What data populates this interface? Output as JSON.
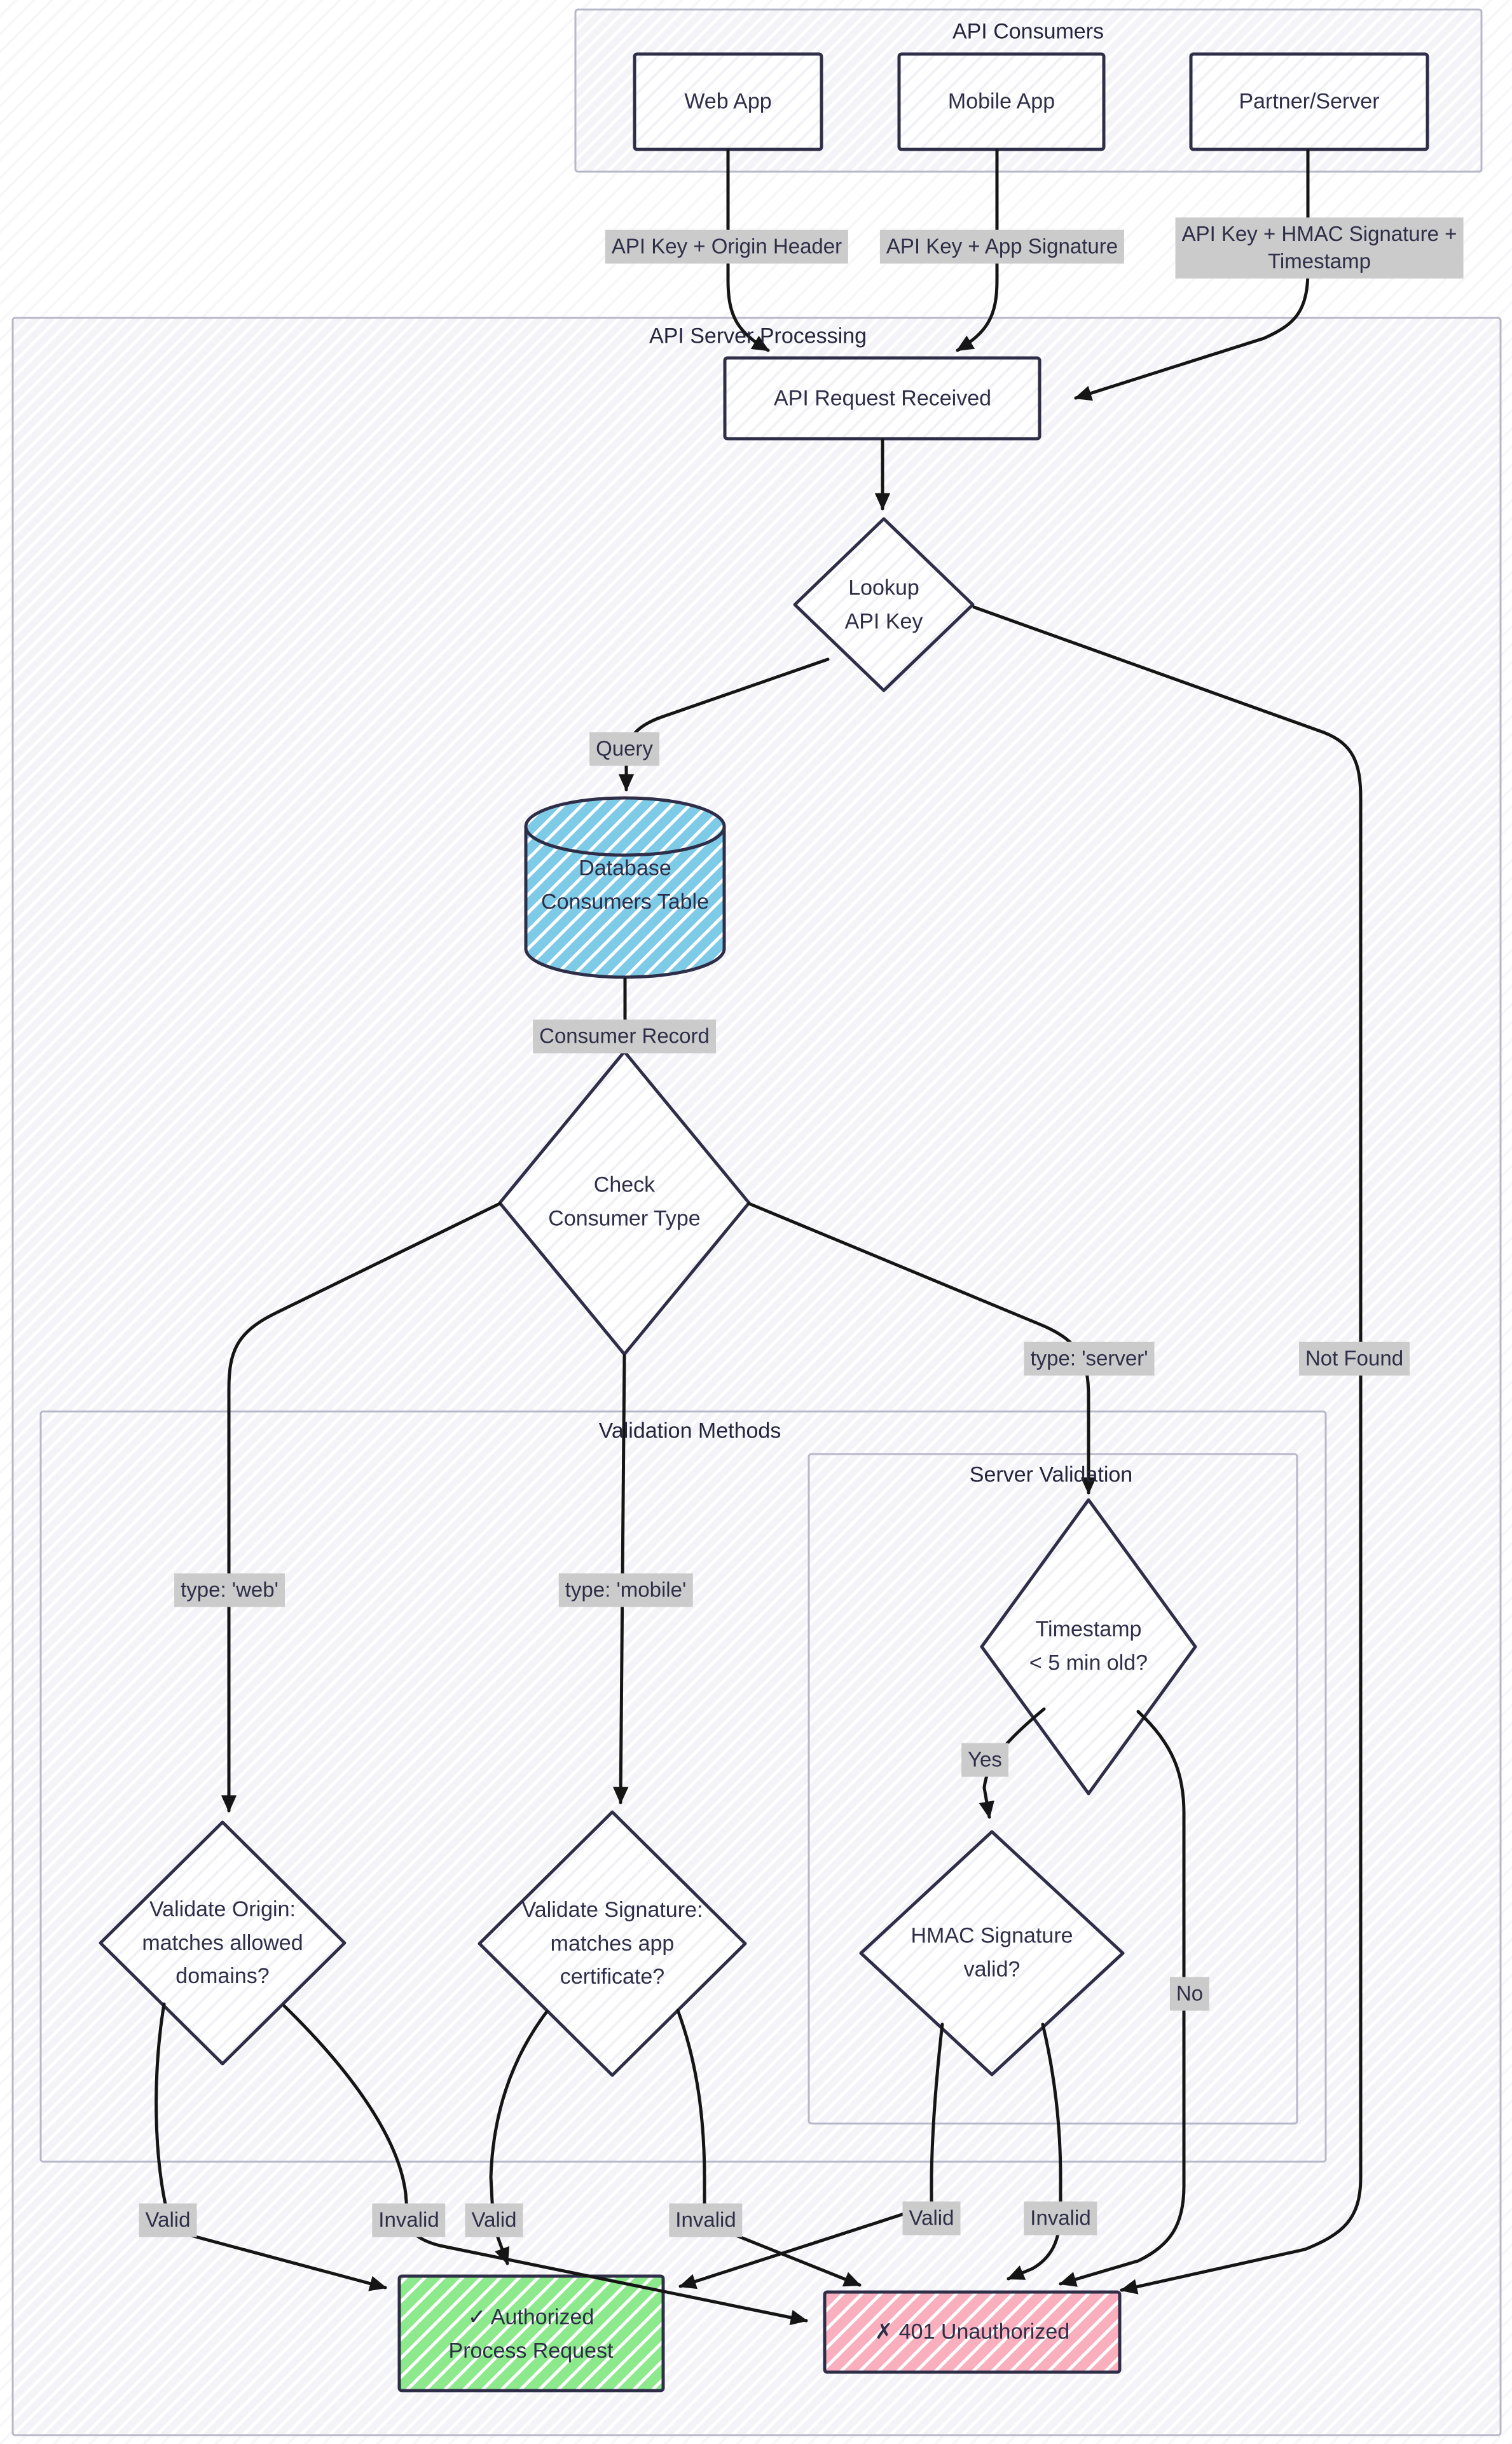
{
  "diagram": {
    "containers": {
      "api_consumers": {
        "title": "API Consumers"
      },
      "api_server_processing": {
        "title": "API Server Processing"
      },
      "validation_methods": {
        "title": "Validation Methods"
      },
      "server_validation": {
        "title": "Server Validation"
      }
    },
    "nodes": {
      "web_app": {
        "label": "Web App"
      },
      "mobile_app": {
        "label": "Mobile App"
      },
      "partner_server": {
        "label": "Partner/Server"
      },
      "api_request": {
        "label": "API Request Received"
      },
      "lookup": {
        "line1": "Lookup",
        "line2": "API Key"
      },
      "database": {
        "line1": "Database",
        "line2": "Consumers Table"
      },
      "check_type": {
        "line1": "Check",
        "line2": "Consumer Type"
      },
      "timestamp": {
        "line1": "Timestamp",
        "line2": "< 5 min old?"
      },
      "hmac": {
        "line1": "HMAC Signature",
        "line2": "valid?"
      },
      "origin": {
        "line1": "Validate Origin:",
        "line2": "matches allowed",
        "line3": "domains?"
      },
      "signature": {
        "line1": "Validate Signature:",
        "line2": "matches app",
        "line3": "certificate?"
      },
      "authorized": {
        "line1": "✓ Authorized",
        "line2": "Process Request"
      },
      "unauthorized": {
        "label": "✗ 401 Unauthorized"
      }
    },
    "edge_labels": {
      "web_key": "API Key + Origin Header",
      "mobile_key": "API Key + App Signature",
      "server_key_line1": "API Key + HMAC Signature +",
      "server_key_line2": "Timestamp",
      "query": "Query",
      "consumer_record": "Consumer Record",
      "type_web": "type: 'web'",
      "type_mobile": "type: 'mobile'",
      "type_server": "type: 'server'",
      "not_found": "Not Found",
      "yes": "Yes",
      "no": "No",
      "origin_valid": "Valid",
      "origin_invalid": "Invalid",
      "signature_valid": "Valid",
      "signature_invalid": "Invalid",
      "hmac_valid": "Valid",
      "hmac_invalid": "Invalid"
    },
    "colors": {
      "ink": "#2e2e48",
      "edge": "#151515",
      "label_bg": "#cbcbcb",
      "container_border": "#b7b7ca",
      "database_fill": "#7ecbe8",
      "success_fill": "#8ce98c",
      "error_fill": "#faafbe"
    }
  }
}
